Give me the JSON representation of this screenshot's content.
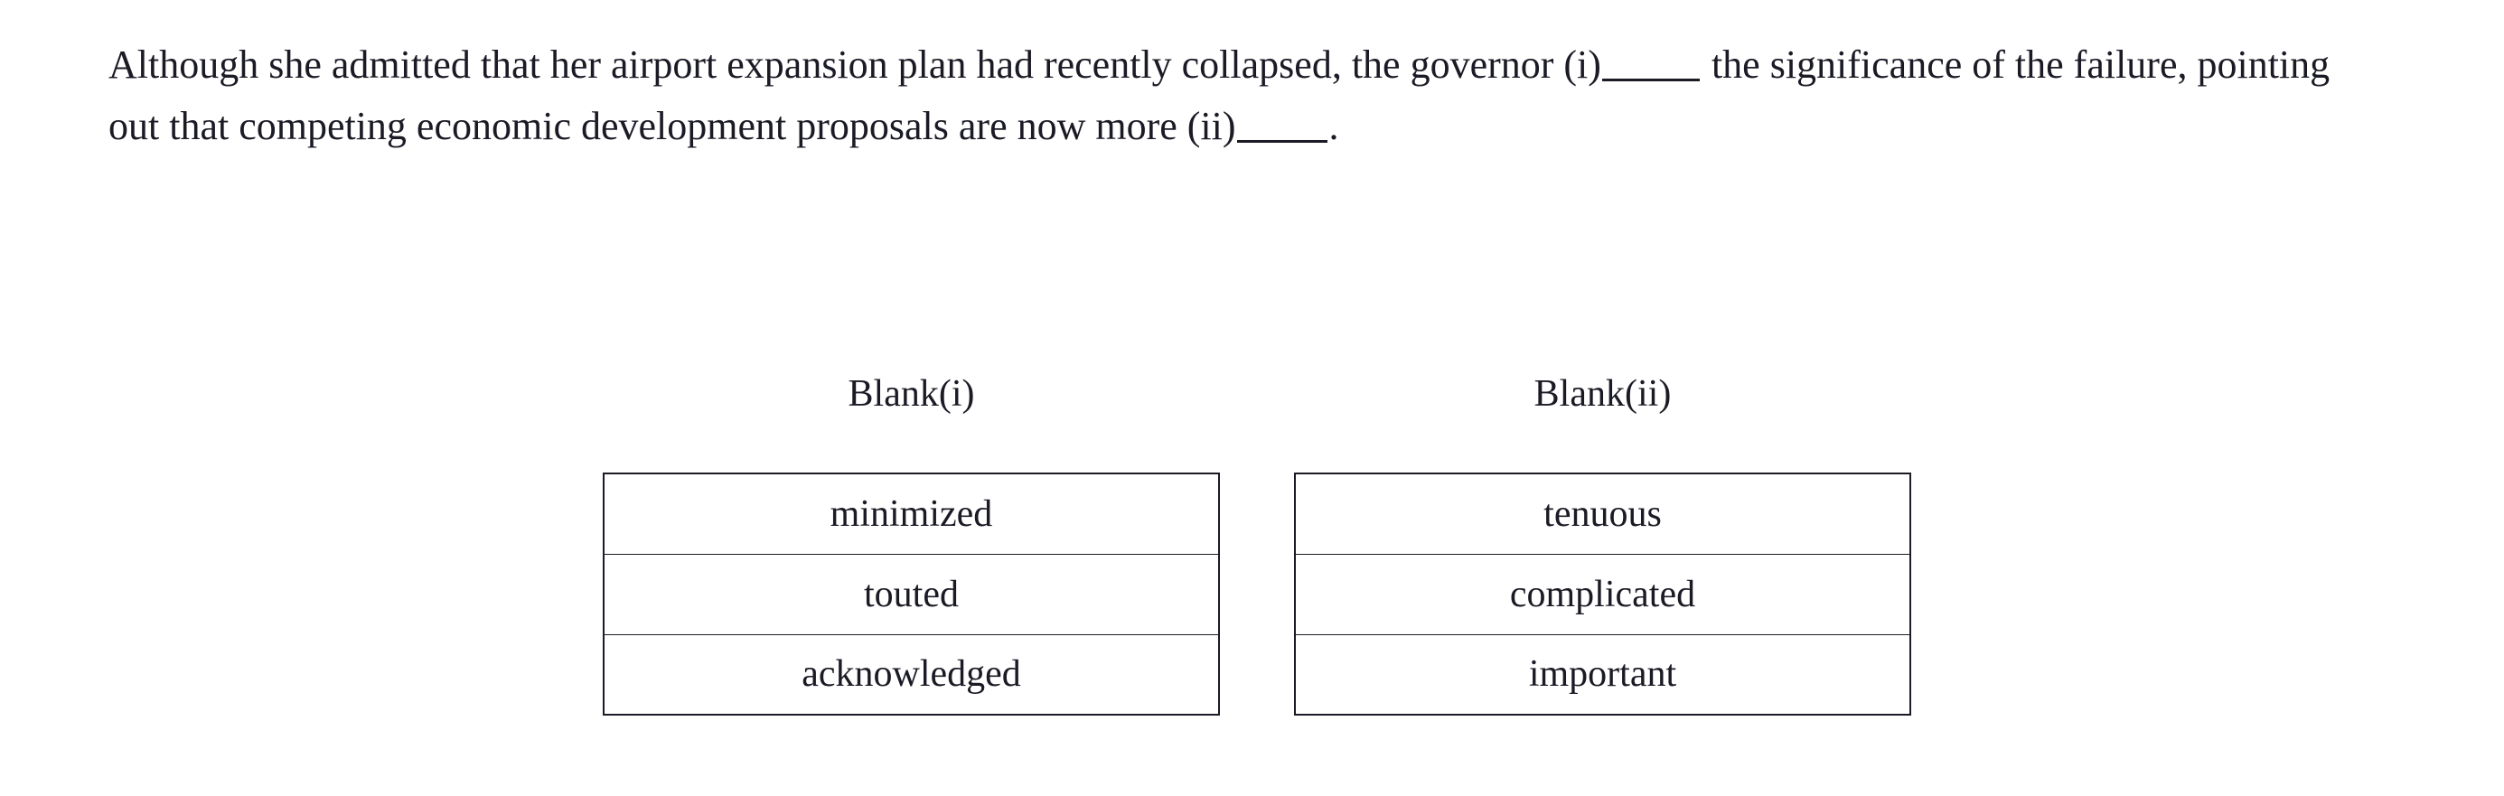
{
  "page": {
    "background_color": "#ffffff",
    "text_color": "#1b1b26",
    "border_color": "#1b1b26"
  },
  "question": {
    "sentence_part_1": "Although she admitted that her airport expansion plan had recently collapsed, the governor (i)",
    "sentence_part_2": "the significance of the failure, pointing out that competing economic development proposals are now more (ii)",
    "sentence_part_3": ".",
    "blank_i_marker": "(i)",
    "blank_ii_marker": "(ii)",
    "full_text": "Although she admitted that her airport expansion plan had recently collapsed, the governor (i)_____ the significance of the failure, pointing out that competing economic development proposals are now more (ii)_____."
  },
  "blanks": [
    {
      "heading": "Blank(i)",
      "options": [
        {
          "label": "minimized"
        },
        {
          "label": "touted"
        },
        {
          "label": "acknowledged"
        }
      ]
    },
    {
      "heading": "Blank(ii)",
      "options": [
        {
          "label": "tenuous"
        },
        {
          "label": "complicated"
        },
        {
          "label": "important"
        }
      ]
    }
  ]
}
